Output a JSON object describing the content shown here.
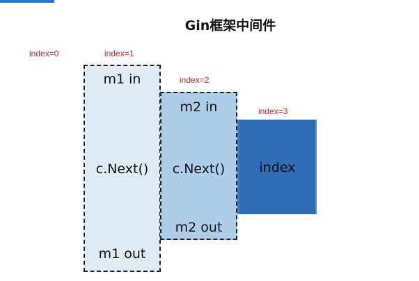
{
  "title": "Gin框架中间件",
  "index_labels": [
    "index=0",
    "index=1",
    "index=2",
    "index=3"
  ],
  "blocks": {
    "m1": {
      "in": "m1 in",
      "next": "c.Next()",
      "out": "m1 out"
    },
    "m2": {
      "in": "m2 in",
      "next": "c.Next()",
      "out": "m2 out"
    },
    "core": {
      "label": "index"
    }
  },
  "colors": {
    "m1_fill": "#deebf5",
    "m2_fill": "#aecde8",
    "core_fill": "#2f6db4",
    "index_label": "#d62222"
  }
}
